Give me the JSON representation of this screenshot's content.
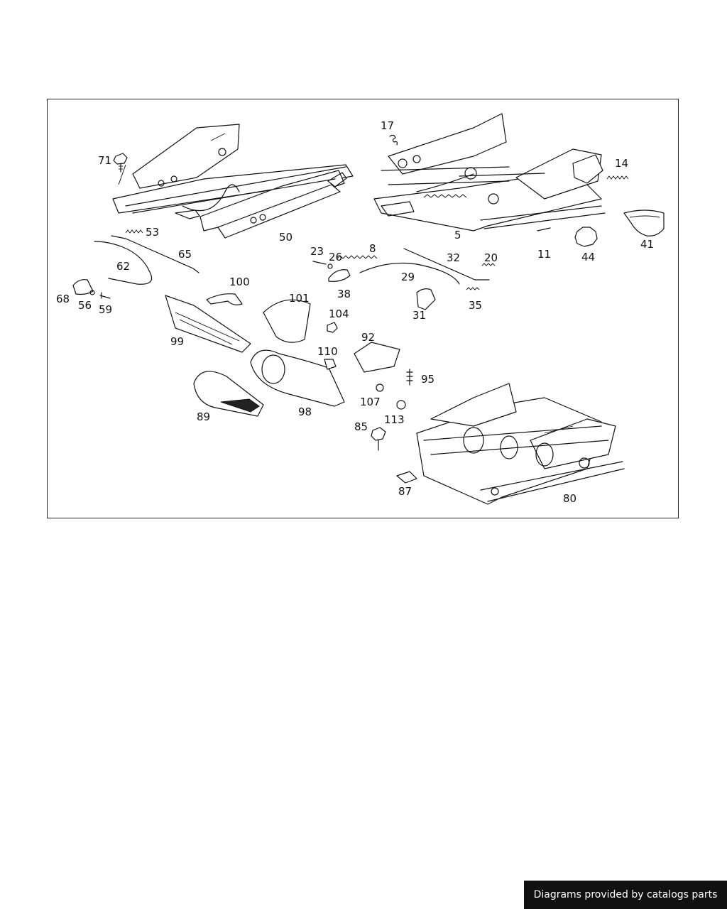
{
  "diagram": {
    "labels": [
      "71",
      "50",
      "17",
      "14",
      "5",
      "11",
      "44",
      "41",
      "53",
      "65",
      "62",
      "68",
      "56",
      "59",
      "23",
      "26",
      "8",
      "32",
      "20",
      "29",
      "38",
      "31",
      "35",
      "100",
      "101",
      "104",
      "99",
      "92",
      "110",
      "95",
      "89",
      "98",
      "107",
      "113",
      "85",
      "87",
      "80"
    ]
  },
  "footer": {
    "credit": "Diagrams provided by catalogs parts"
  }
}
